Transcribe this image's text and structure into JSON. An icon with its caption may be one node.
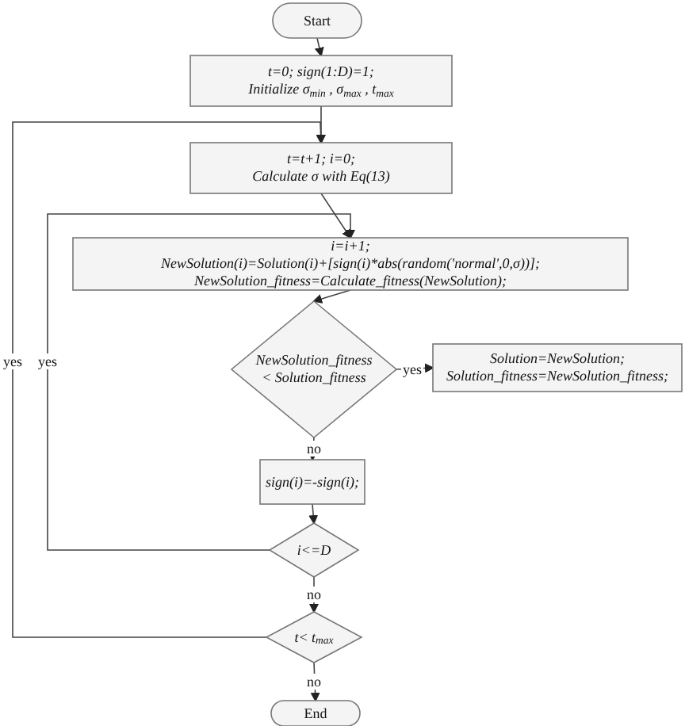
{
  "diagram": {
    "nodes": [
      {
        "text": [
          "Start"
        ]
      },
      {
        "text": [
          "t=0; sign(1:D)=1;",
          "Initialize σ$_{min}$ , σ$_{max}$ , t$_{max}$"
        ]
      },
      {
        "text": [
          "t=t+1; i=0;",
          "Calculate σ with Eq(13)"
        ]
      },
      {
        "text": [
          "i=i+1;",
          "NewSolution(i)=Solution(i)+[sign(i)*abs(random('normal',0,σ))];",
          "NewSolution_fitness=Calculate_fitness(NewSolution);"
        ]
      },
      {
        "text": [
          "NewSolution_fitness < Solution_fitness"
        ]
      },
      {
        "text": [
          "Solution=NewSolution;",
          "Solution_fitness=NewSolution_fitness;"
        ]
      },
      {
        "text": [
          "sign(i)=-sign(i);"
        ]
      },
      {
        "text": [
          "i<=D"
        ]
      },
      {
        "text": [
          "t< t$_{max}$"
        ]
      },
      {
        "text": [
          "End"
        ]
      }
    ],
    "edges": [
      {
        "from": 0,
        "to": 1,
        "arrow": "to"
      },
      {
        "from": 1,
        "to": 2,
        "arrow": "to"
      },
      {
        "from": 2,
        "to": 3,
        "arrow": "to"
      },
      {
        "from": 3,
        "to": 4,
        "arrow": "to"
      },
      {
        "from": 4,
        "to": 5,
        "arrow": "to",
        "label": "yes"
      },
      {
        "from": 4,
        "to": 6,
        "arrow": "to",
        "label": "no"
      },
      {
        "from": 6,
        "to": 7,
        "arrow": "to"
      },
      {
        "from": 7,
        "to": 3,
        "arrow": "to",
        "label": "yes"
      },
      {
        "from": 7,
        "to": 8,
        "arrow": "to",
        "label": "no"
      },
      {
        "from": 8,
        "to": 2,
        "arrow": "to",
        "label": "yes"
      },
      {
        "from": 8,
        "to": 9,
        "arrow": "to",
        "label": "no"
      }
    ]
  }
}
